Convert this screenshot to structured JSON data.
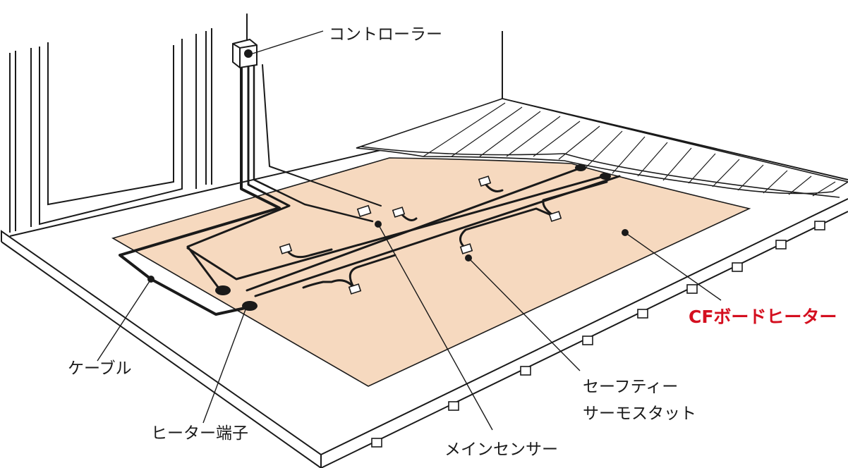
{
  "labels": {
    "controller": "コントローラー",
    "cf_board_heater": "CFボードヒーター",
    "cable": "ケーブル",
    "safety_thermostat_line1": "セーフティー",
    "safety_thermostat_line2": "サーモスタット",
    "heater_terminal": "ヒーター端子",
    "main_sensor": "メインセンサー"
  },
  "colors": {
    "board_fill": "#f6d9bf",
    "line": "#1a1a1a",
    "accent": "#d40f1f"
  }
}
